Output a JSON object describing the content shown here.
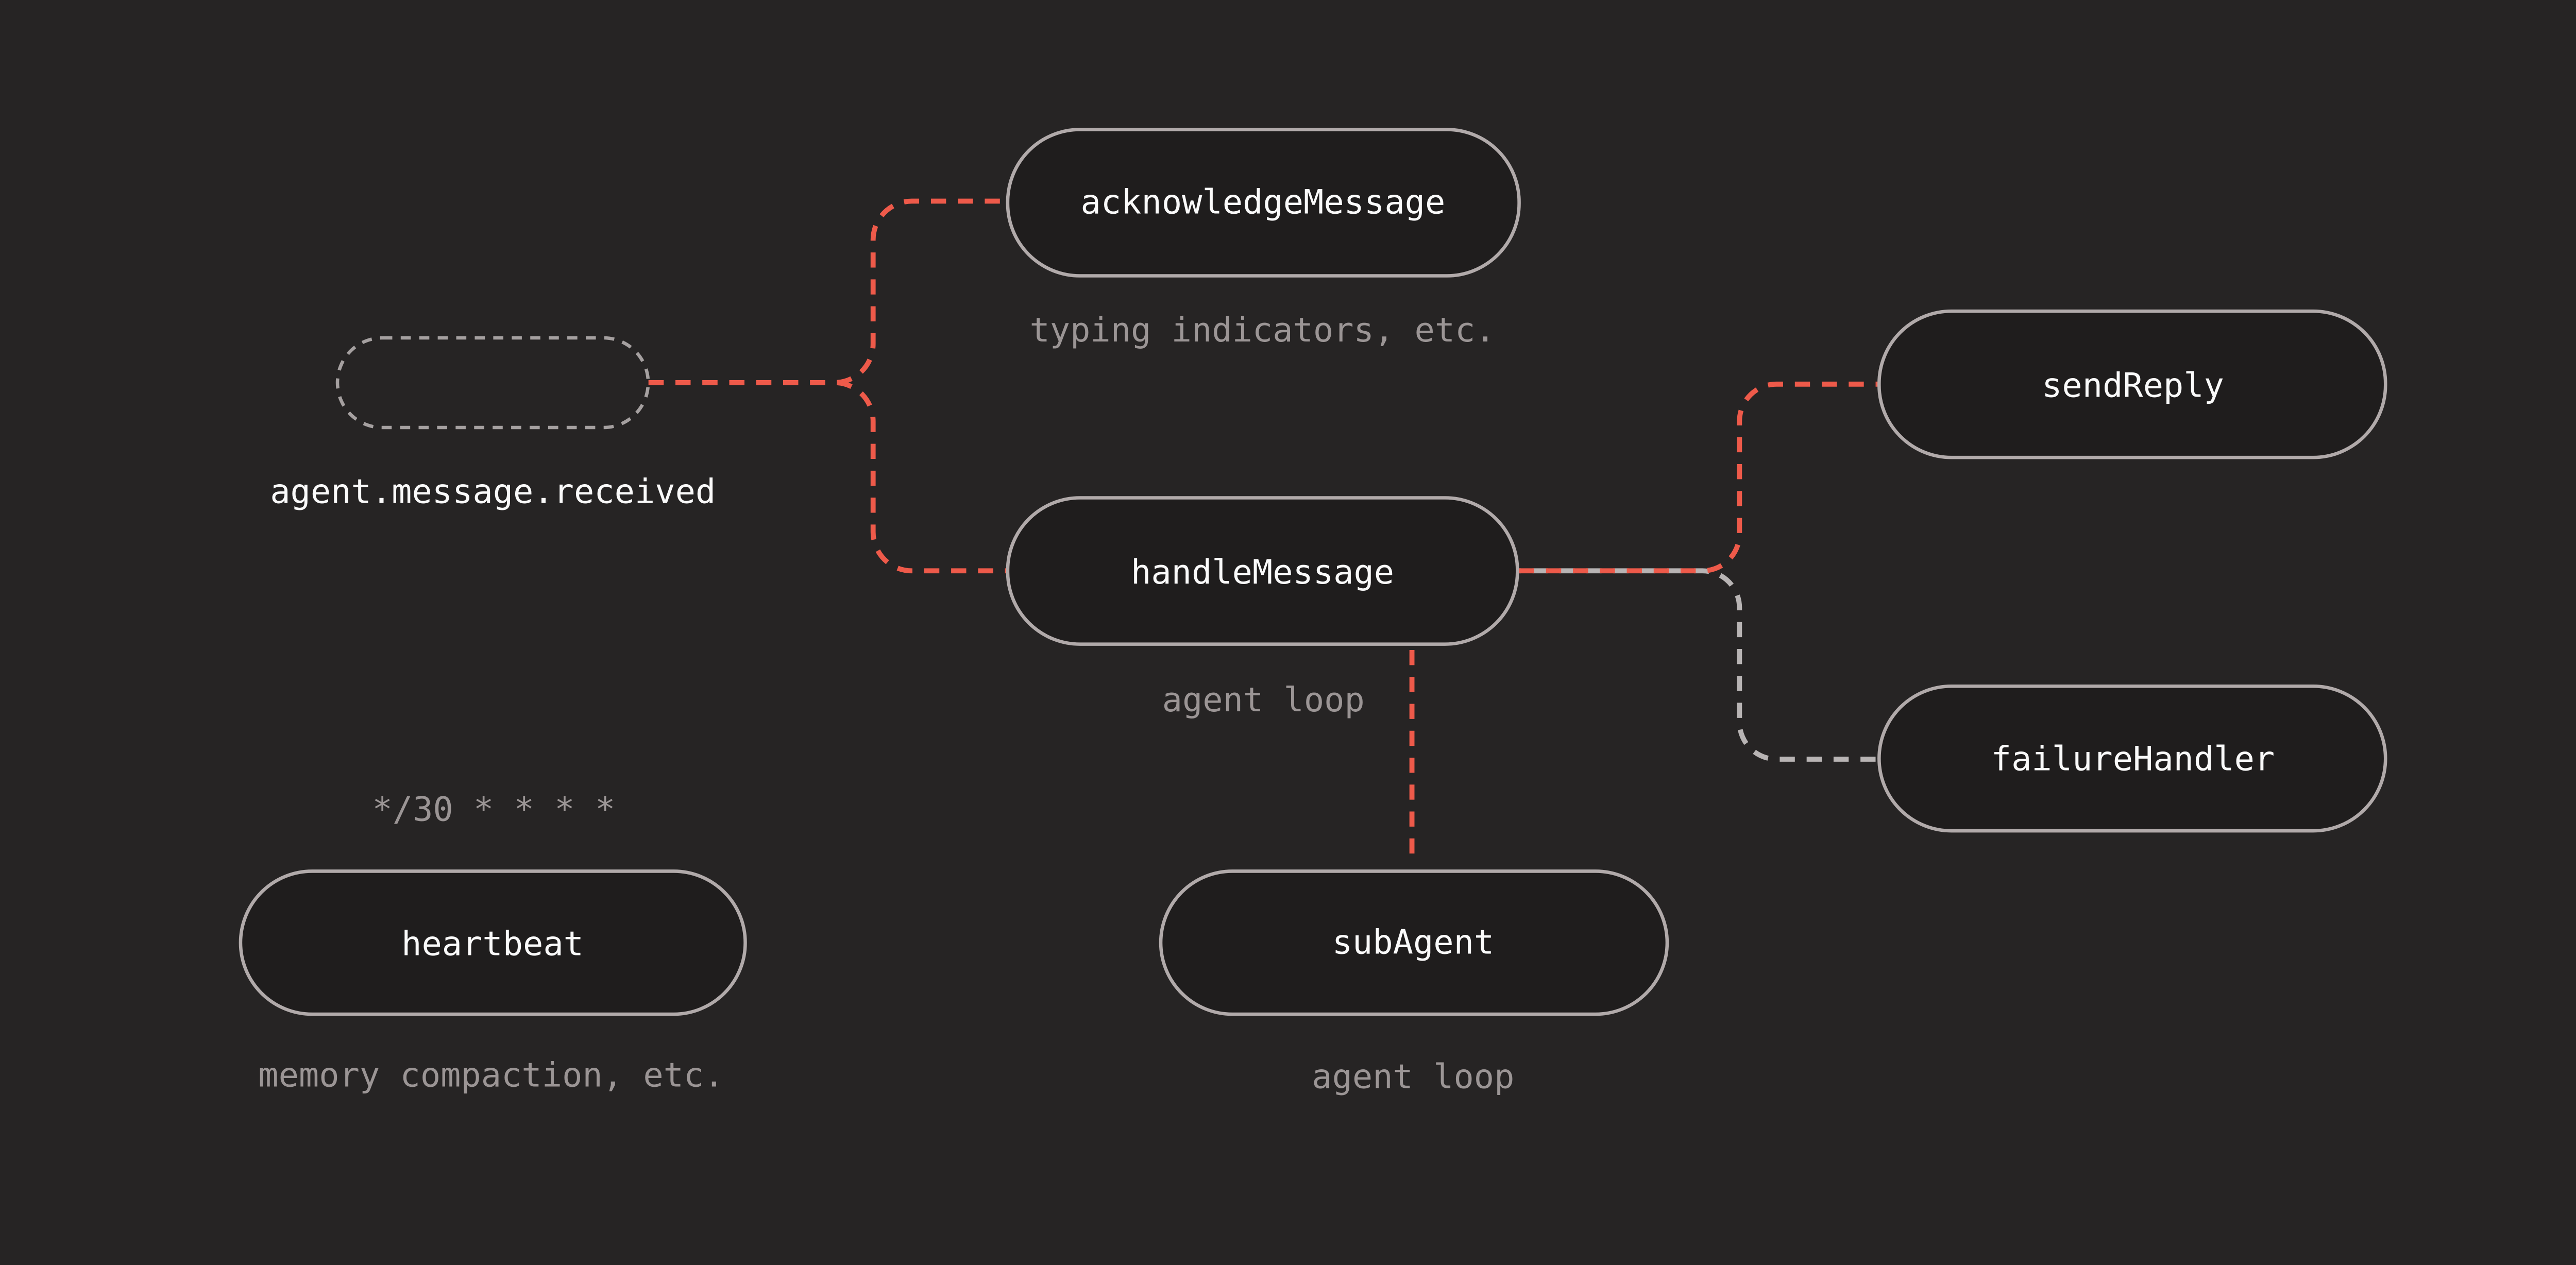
{
  "colors": {
    "background": "#262424",
    "node_fill": "#1f1d1d",
    "node_border": "#b1aaaa",
    "node_text": "#fafafa",
    "annotation_text": "#9b9595",
    "connector_red": "#ee5a4a",
    "connector_gray": "#b8b4b4",
    "pill_border": "#a5a0a0"
  },
  "trigger": {
    "event": "agent.message.received",
    "cron": "*/30 * * * *"
  },
  "nodes": {
    "acknowledge": {
      "label": "acknowledgeMessage",
      "annotation": "typing indicators, etc."
    },
    "handle": {
      "label": "handleMessage",
      "annotation": "agent loop"
    },
    "send_reply": {
      "label": "sendReply"
    },
    "failure": {
      "label": "failureHandler"
    },
    "heartbeat": {
      "label": "heartbeat",
      "annotation": "memory compaction, etc."
    },
    "sub_agent": {
      "label": "subAgent",
      "annotation": "agent loop"
    }
  }
}
